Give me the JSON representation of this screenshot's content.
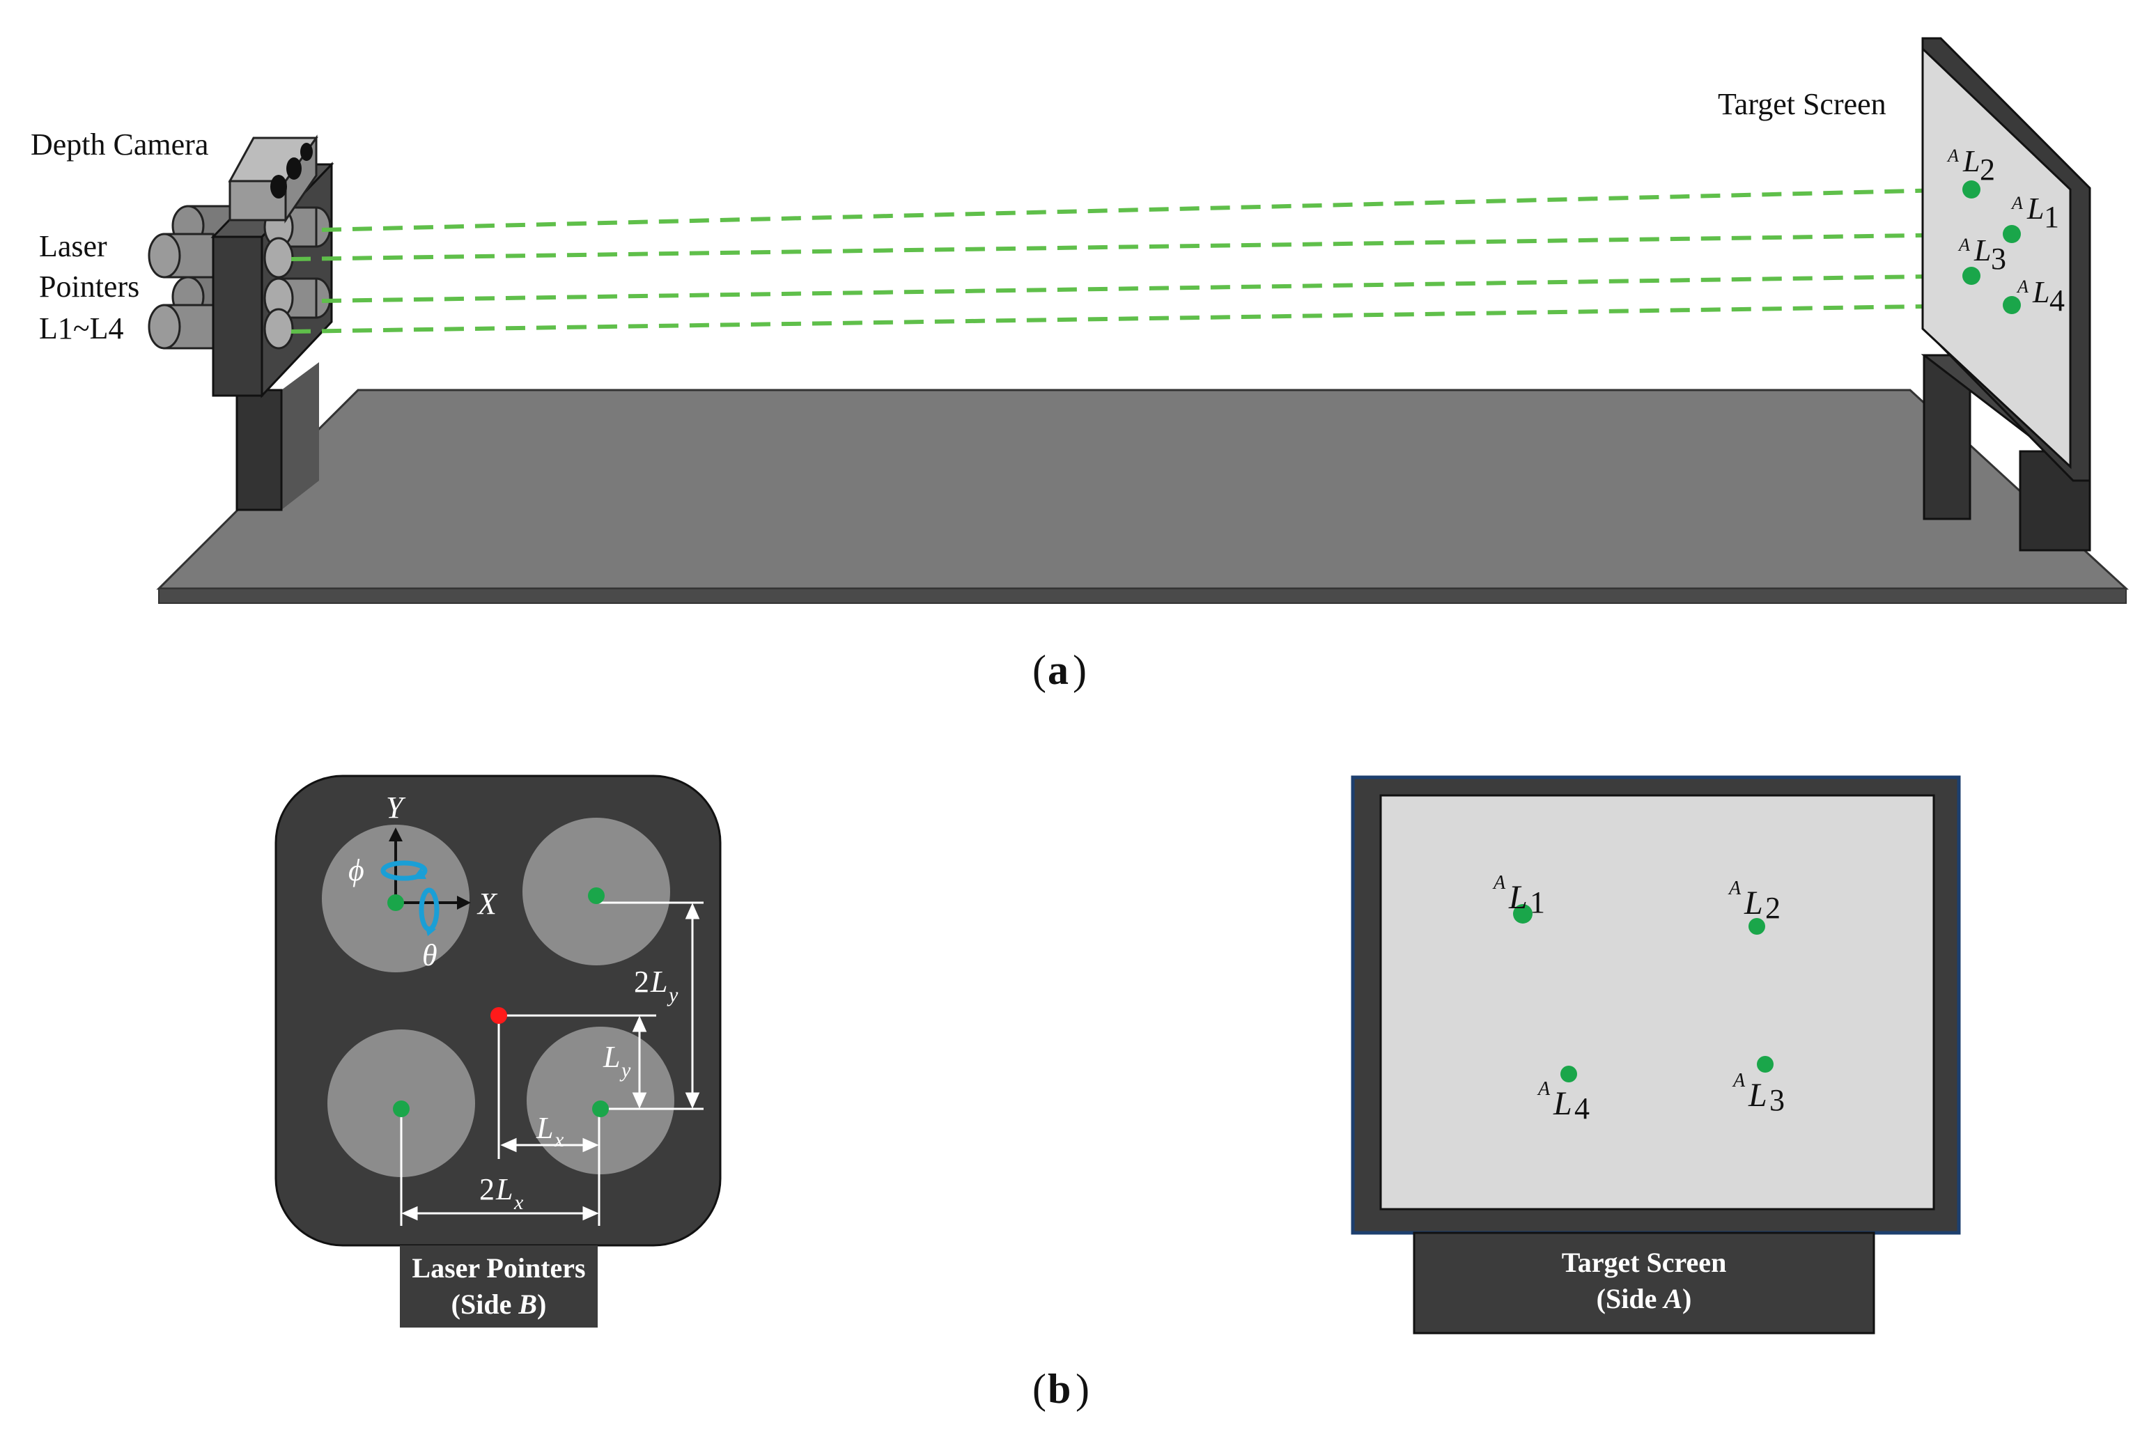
{
  "panel_a": {
    "caption_open": "(",
    "caption_letter": "a",
    "caption_close": ")",
    "depth_camera": "Depth Camera",
    "laser_line1": "Laser",
    "laser_line2": "Pointers",
    "laser_line3": "L1~L4",
    "target_screen": "Target Screen",
    "points": [
      {
        "sup": "A",
        "base": "L",
        "sub": "2"
      },
      {
        "sup": "A",
        "base": "L",
        "sub": "1"
      },
      {
        "sup": "A",
        "base": "L",
        "sub": "3"
      },
      {
        "sup": "A",
        "base": "L",
        "sub": "4"
      }
    ]
  },
  "panel_b": {
    "caption_open": "(",
    "caption_letter": "b",
    "caption_close": ")",
    "axis_y": "Y",
    "axis_x": "X",
    "phi": "ϕ",
    "theta": "θ",
    "dim_2ly_coef": "2",
    "dim_2ly_base": "L",
    "dim_2ly_sub": "y",
    "dim_ly_base": "L",
    "dim_ly_sub": "y",
    "dim_lx_base": "L",
    "dim_lx_sub": "x",
    "dim_2lx_coef": "2",
    "dim_2lx_base": "L",
    "dim_2lx_sub": "x",
    "laser_box_line1": "Laser Pointers",
    "laser_box_line2_pre": "(Side ",
    "laser_box_line2_side": "B",
    "laser_box_line2_post": ")",
    "target_box_line1": "Target Screen",
    "target_box_line2_pre": "(Side ",
    "target_box_line2_side": "A",
    "target_box_line2_post": ")",
    "screen_points": [
      {
        "sup": "A",
        "base": "L",
        "sub": "1"
      },
      {
        "sup": "A",
        "base": "L",
        "sub": "2"
      },
      {
        "sup": "A",
        "base": "L",
        "sub": "4"
      },
      {
        "sup": "A",
        "base": "L",
        "sub": "3"
      }
    ]
  },
  "colors": {
    "laser_green": "#1aa64a",
    "beam_green": "#5fbf4a",
    "center_red": "#ff1a1a",
    "rotation_blue": "#1a9fd6",
    "dark_body": "#3c3c3c",
    "table": "#7a7a7a",
    "screen_face": "#d9d9d9"
  }
}
